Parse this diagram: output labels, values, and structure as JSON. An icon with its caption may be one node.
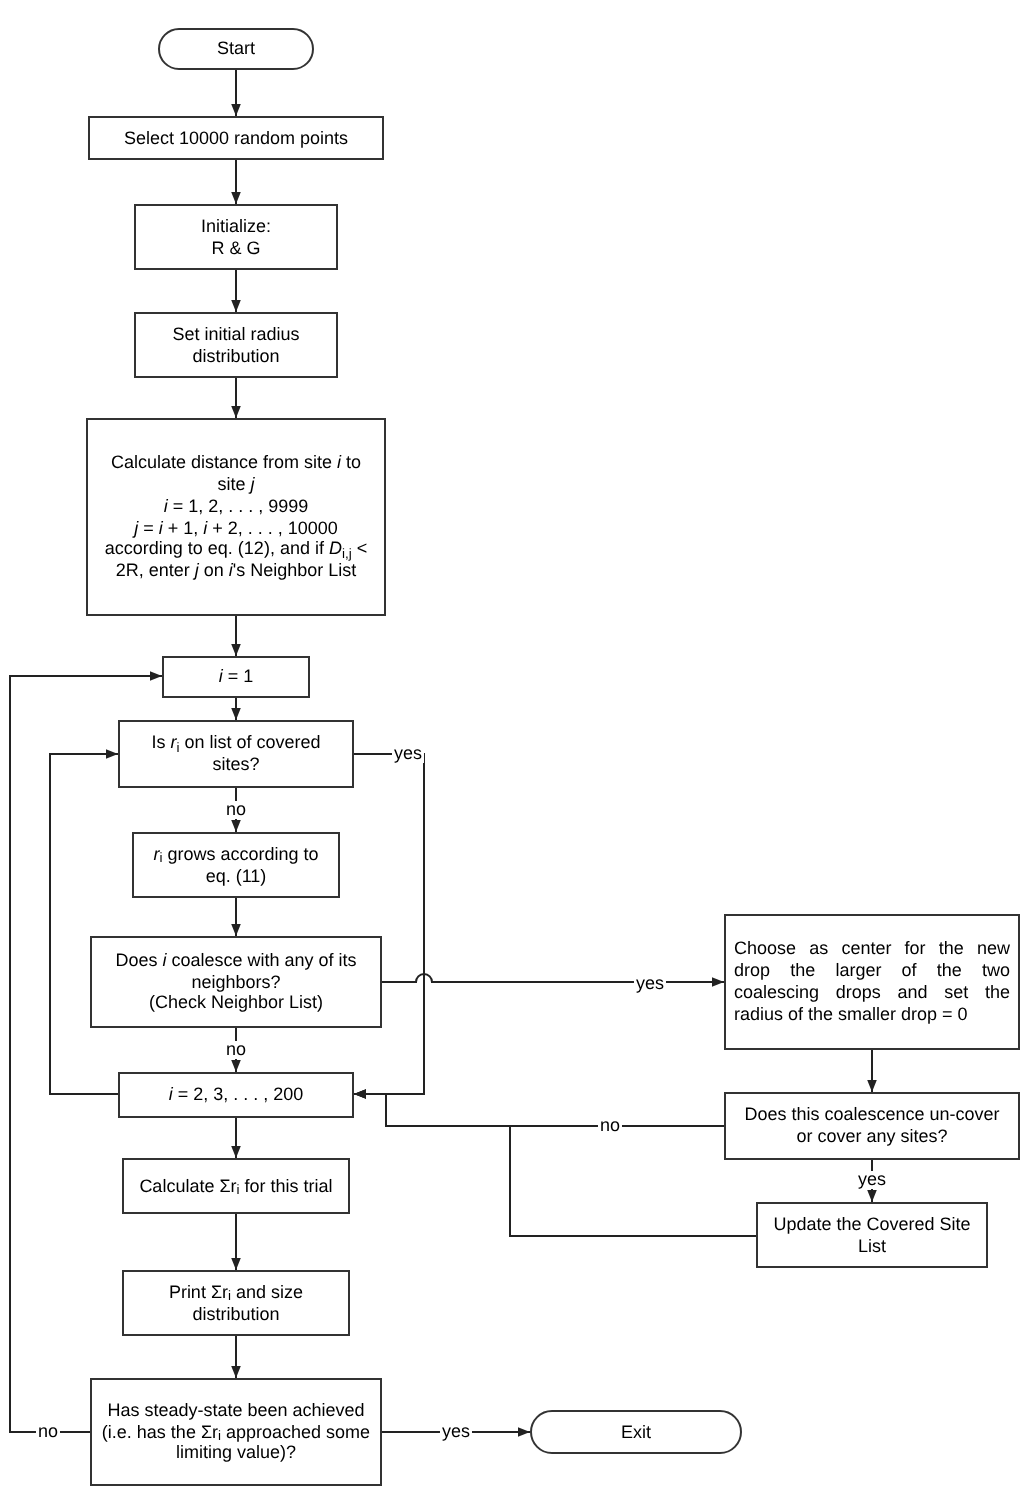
{
  "diagram": {
    "nodes": [
      {
        "text": [
          "Start"
        ]
      },
      {
        "text": [
          "Select 10000 random points"
        ]
      },
      {
        "text": [
          "Initialize:",
          "R & G"
        ]
      },
      {
        "text": [
          "Set initial radius distribution"
        ]
      },
      {
        "text": [
          "Calculate distance from site *i* to site *j*",
          "*i* = 1, 2, . . . , 9999",
          "*j* = *i* + 1, *i* + 2, . . . , 10000",
          "according to eq. (12), and if *D*$_{i,j}$ < 2R, enter *j* on *i*'s Neighbor List"
        ]
      },
      {
        "text": [
          "*i* = 1"
        ]
      },
      {
        "text": [
          "Is *r*$_{i}$ on list of covered sites?"
        ]
      },
      {
        "text": [
          "*r*$_{i}$ grows according to eq. (11)"
        ]
      },
      {
        "text": [
          "Does *i* coalesce with any of its neighbors?",
          "(Check Neighbor List)"
        ]
      },
      {
        "text": [
          "*i* = 2, 3, . . . , 200"
        ]
      },
      {
        "text": [
          "Calculate Σr$_{i}$ for this trial"
        ]
      },
      {
        "text": [
          "Print Σr$_{i}$ and size distribution"
        ]
      },
      {
        "text": [
          "Has steady-state been achieved (i.e. has the Σr$_{i}$ approached some limiting value)?"
        ]
      },
      {
        "text": [
          "Exit"
        ]
      },
      {
        "text": [
          "Choose as center for the new drop the larger of the two coalescing drops and set the radius of the smaller drop = 0"
        ]
      },
      {
        "text": [
          "Does this coalescence un-cover or cover any sites?"
        ]
      },
      {
        "text": [
          "Update the Covered Site List"
        ]
      }
    ],
    "edges": [
      {
        "from": 0,
        "to": 1,
        "arrow": "to"
      },
      {
        "from": 1,
        "to": 2,
        "arrow": "to"
      },
      {
        "from": 2,
        "to": 3,
        "arrow": "to"
      },
      {
        "from": 3,
        "to": 4,
        "arrow": "to"
      },
      {
        "from": 4,
        "to": 5,
        "arrow": "to"
      },
      {
        "from": 5,
        "to": 6,
        "arrow": "to"
      },
      {
        "from": 6,
        "to": 7,
        "arrow": "to",
        "label": "no"
      },
      {
        "from": 7,
        "to": 8,
        "arrow": "to"
      },
      {
        "from": 8,
        "to": 9,
        "arrow": "to",
        "label": "no"
      },
      {
        "from": 9,
        "to": 10,
        "arrow": "to"
      },
      {
        "from": 10,
        "to": 11,
        "arrow": "to"
      },
      {
        "from": 11,
        "to": 12,
        "arrow": "to"
      },
      {
        "from": 12,
        "to": 13,
        "arrow": "to",
        "label": "yes"
      },
      {
        "from": 6,
        "to": 9,
        "arrow": "to",
        "label": "yes"
      },
      {
        "from": 9,
        "to": 6,
        "arrow": "to"
      },
      {
        "from": 12,
        "to": 5,
        "arrow": "to",
        "label": "no"
      },
      {
        "from": 8,
        "to": 14,
        "arrow": "to",
        "label": "yes"
      },
      {
        "from": 14,
        "to": 15,
        "arrow": "to"
      },
      {
        "from": 15,
        "to": 9,
        "arrow": "to",
        "label": "no"
      },
      {
        "from": 15,
        "to": 16,
        "arrow": "to",
        "label": "yes"
      },
      {
        "from": 16,
        "to": 9,
        "arrow": "to"
      }
    ]
  }
}
